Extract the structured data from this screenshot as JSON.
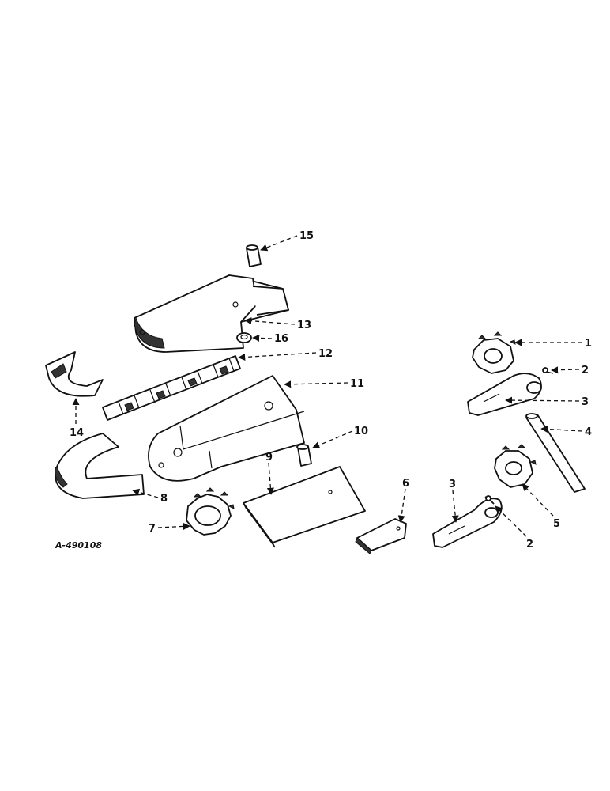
{
  "diagram": {
    "reference_code": "A-490108",
    "callouts": [
      "1",
      "2",
      "3",
      "4",
      "5",
      "2",
      "3",
      "6",
      "7",
      "8",
      "9",
      "10",
      "11",
      "12",
      "13",
      "14",
      "15",
      "16"
    ]
  }
}
